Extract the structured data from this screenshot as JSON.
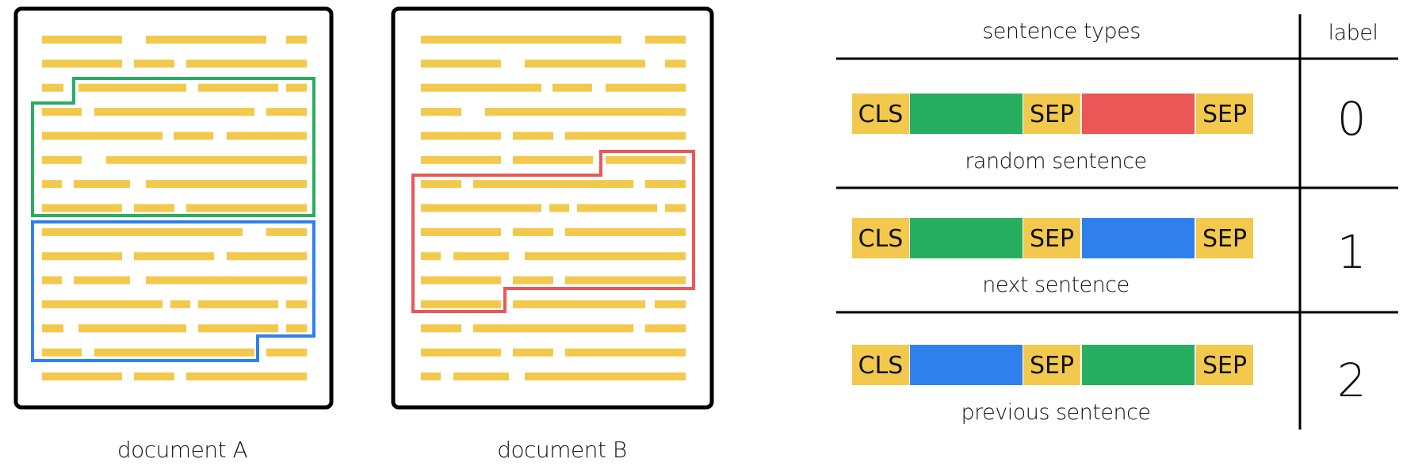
{
  "documents": [
    {
      "name": "document A"
    },
    {
      "name": "document B"
    }
  ],
  "table": {
    "header": {
      "types": "sentence types",
      "label": "label"
    },
    "rows": [
      {
        "tokens": [
          "CLS",
          "",
          "SEP",
          "",
          "SEP"
        ],
        "segment_colors": [
          "#27AE60",
          "#EB5757"
        ],
        "caption": "random sentence",
        "label": "0"
      },
      {
        "tokens": [
          "CLS",
          "",
          "SEP",
          "",
          "SEP"
        ],
        "segment_colors": [
          "#27AE60",
          "#2F80ED"
        ],
        "caption": "next sentence",
        "label": "1"
      },
      {
        "tokens": [
          "CLS",
          "",
          "SEP",
          "",
          "SEP"
        ],
        "segment_colors": [
          "#2F80ED",
          "#27AE60"
        ],
        "caption": "previous sentence",
        "label": "2"
      }
    ]
  },
  "colors": {
    "token": "#F2C94C",
    "green": "#27AE60",
    "blue": "#2F80ED",
    "red": "#EB5757",
    "text_line": "#F2C94C"
  }
}
